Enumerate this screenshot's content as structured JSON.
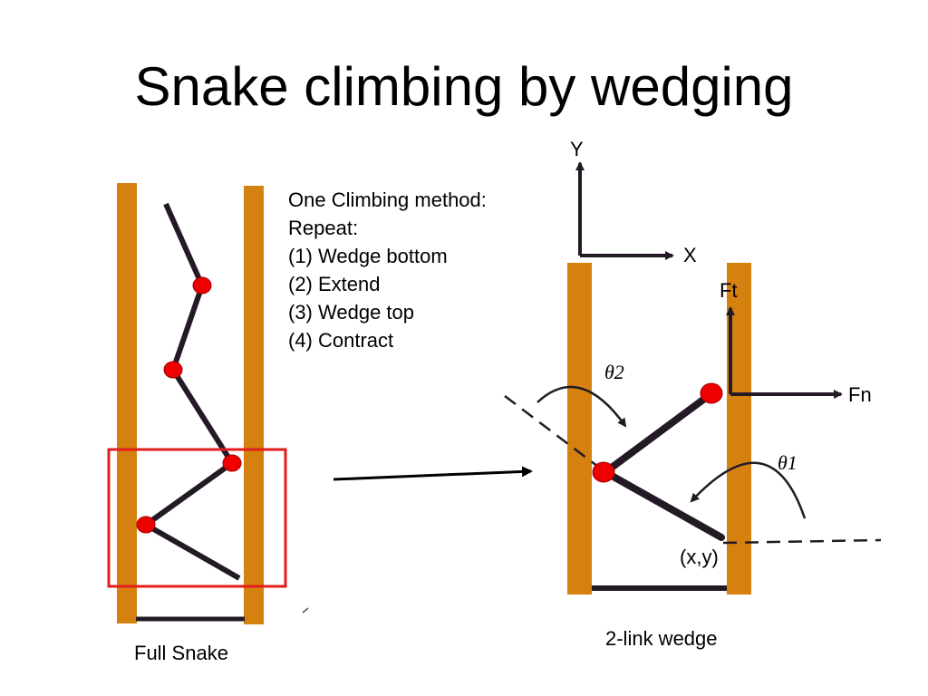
{
  "slide": {
    "title": "Snake climbing by wedging",
    "method": {
      "heading": "One Climbing method:",
      "repeat": "Repeat:",
      "steps": [
        "(1) Wedge bottom",
        "(2) Extend",
        "(3) Wedge top",
        "(4) Contract"
      ]
    },
    "captions": {
      "full_snake": "Full Snake",
      "two_link": "2-link wedge"
    }
  },
  "diagram": {
    "axis_y": "Y",
    "axis_x": "X",
    "force_tangent": "Ft",
    "force_normal": "Fn",
    "theta1": "θ1",
    "theta2": "θ2",
    "position": "(x,y)",
    "colors": {
      "wall": "#d5810f",
      "link": "#231a26",
      "joint": "#ee0000",
      "highlight": "#e21d1d"
    }
  }
}
